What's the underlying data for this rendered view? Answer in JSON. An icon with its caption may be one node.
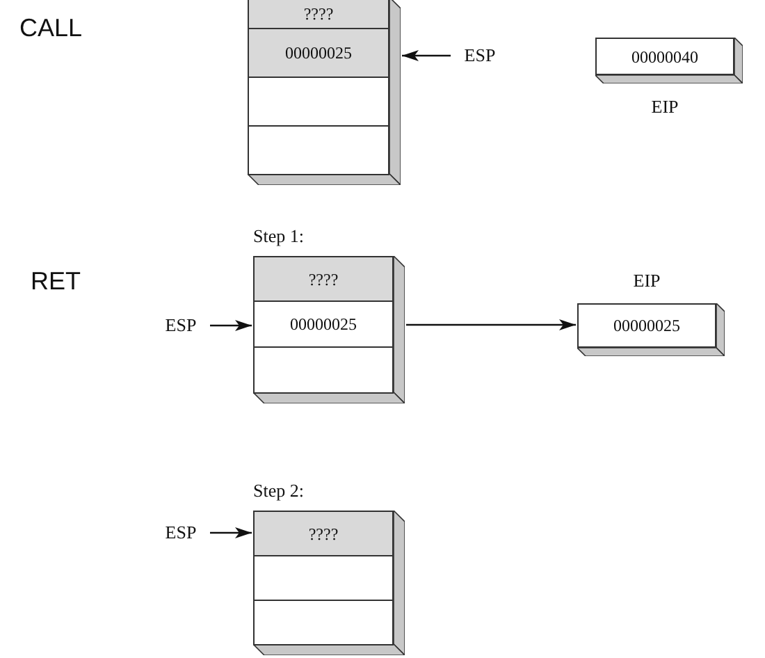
{
  "diagram": {
    "nodes": [
      {
        "text": [],
        "shape": "box"
      },
      {
        "text": [
          "????"
        ],
        "in": 0
      },
      {
        "text": [
          "00000025"
        ],
        "in": 0
      },
      {
        "text": [],
        "shape": "box",
        "in": 0
      },
      {
        "text": [],
        "shape": "box",
        "in": 0
      },
      {
        "text": [
          "ESP"
        ]
      },
      {
        "text": [
          "00000040",
          "EIP"
        ]
      },
      {
        "text": [
          "Step 1:"
        ]
      },
      {
        "text": [
          "????"
        ],
        "in": 7
      },
      {
        "text": [
          "00000025"
        ],
        "in": 7
      },
      {
        "text": [],
        "shape": "box",
        "in": 7
      },
      {
        "text": [
          "ESP"
        ]
      },
      {
        "text": [
          "EIP",
          "00000025"
        ]
      },
      {
        "text": [
          "Step 2:"
        ]
      },
      {
        "text": [
          "????"
        ],
        "in": 13
      },
      {
        "text": [],
        "shape": "box",
        "in": 13
      },
      {
        "text": [],
        "shape": "box",
        "in": 13
      },
      {
        "text": [
          "ESP"
        ]
      }
    ],
    "edges": [
      {
        "from": 5,
        "to": 2,
        "arrow": "to"
      },
      {
        "from": 11,
        "to": 9,
        "arrow": "to"
      },
      {
        "from": 9,
        "to": 12,
        "arrow": "to"
      },
      {
        "from": 17,
        "to": 14,
        "arrow": "to"
      }
    ],
    "labels": [
      "CALL",
      "RET"
    ]
  }
}
